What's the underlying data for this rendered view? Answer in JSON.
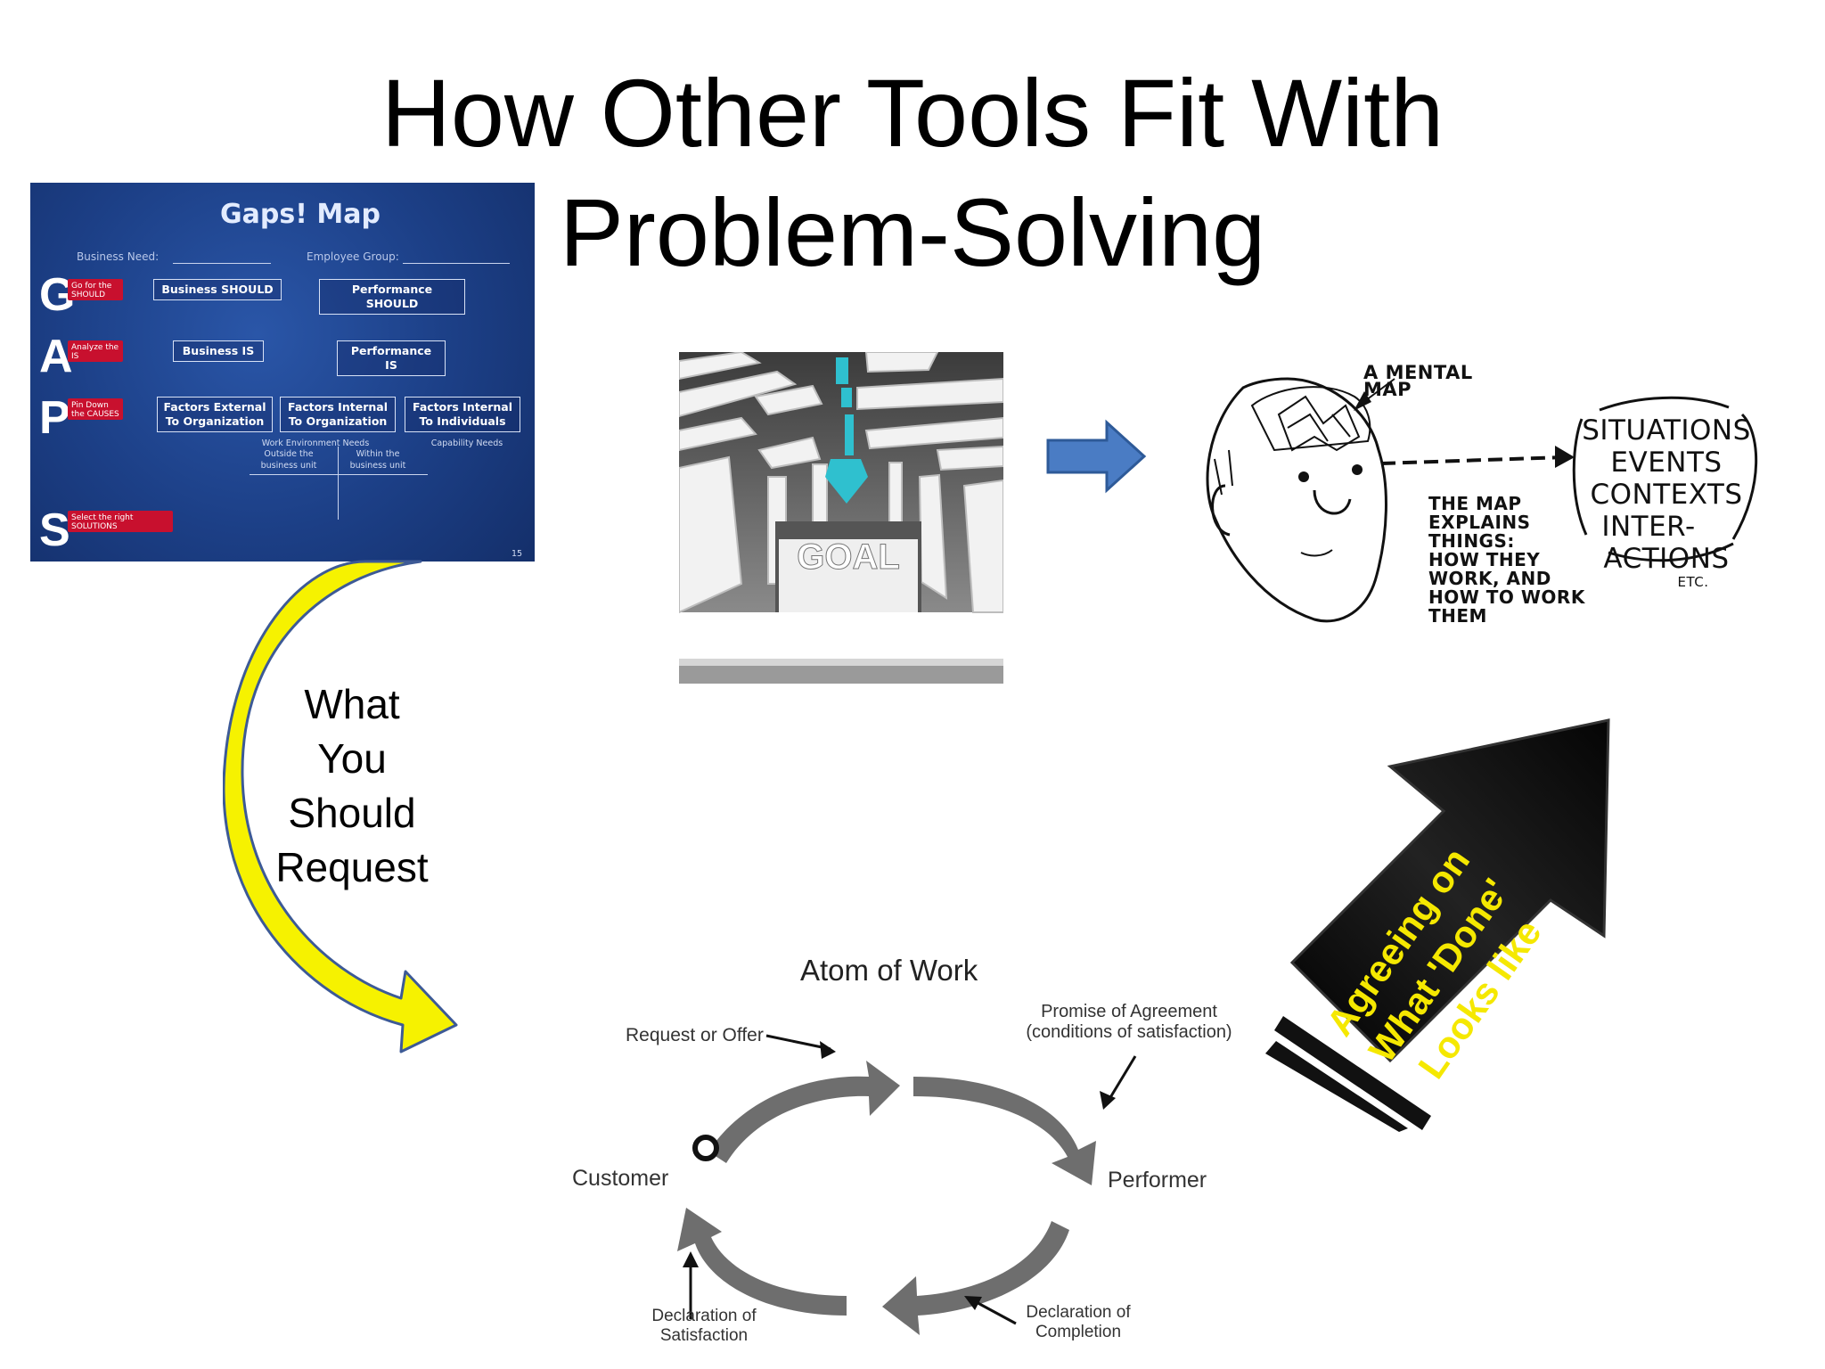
{
  "title": {
    "line1": "How Other Tools Fit With",
    "line2": "Problem-Solving"
  },
  "gaps_map": {
    "title": "Gaps! Map",
    "business_need": "Business Need:",
    "employee_group": "Employee Group:",
    "letters": [
      "G",
      "A",
      "P",
      "S"
    ],
    "tags": [
      "Go for the SHOULD",
      "Analyze the IS",
      "Pin Down the CAUSES",
      "Select the right SOLUTIONS"
    ],
    "business_should": "Business SHOULD",
    "performance_should": "Performance SHOULD",
    "business_is": "Business IS",
    "performance_is": "Performance IS",
    "factors_external_org": "Factors External To Organization",
    "factors_internal_org": "Factors Internal To Organization",
    "factors_internal_ind": "Factors Internal To Individuals",
    "note_env": "Work Environment Needs",
    "note_capability": "Capability Needs",
    "note_outside": "Outside the business unit",
    "note_within": "Within the business unit",
    "page_number": "15"
  },
  "maze": {
    "goal_label": "GOAL"
  },
  "mental_map": {
    "a_mental_map": "A MENTAL MAP",
    "explains": [
      "THE MAP",
      "EXPLAINS",
      "THINGS:",
      "HOW THEY",
      "WORK, AND",
      "HOW TO WORK",
      "THEM"
    ],
    "cloud": [
      "SITUATIONS",
      "EVENTS",
      "CONTEXTS",
      "INTER-",
      "ACTIONS",
      "ETC."
    ]
  },
  "request_label": [
    "What",
    "You",
    "Should",
    "Request"
  ],
  "atom_of_work": {
    "title": "Atom of Work",
    "request_or_offer": "Request or Offer",
    "promise": "Promise of Agreement",
    "promise_sub": "(conditions of satisfaction)",
    "customer": "Customer",
    "performer": "Performer",
    "declaration_satisfaction_1": "Declaration of",
    "declaration_satisfaction_2": "Satisfaction",
    "declaration_completion_1": "Declaration of",
    "declaration_completion_2": "Completion"
  },
  "done_arrow": [
    "Agreeing on",
    "What 'Done'",
    "Looks like"
  ],
  "colors": {
    "gaps_blue": "#1c3f86",
    "gaps_red": "#c8102e",
    "arrow_blue": "#4a7cc4",
    "curved_arrow_yellow": "#f6f200",
    "done_text_yellow": "#f5e800",
    "atom_gray": "#6e6e6e",
    "maze_teal": "#2fc0cf"
  }
}
